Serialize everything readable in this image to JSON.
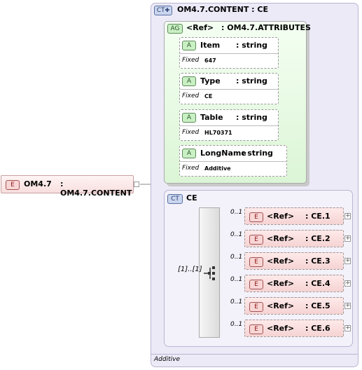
{
  "root_element": {
    "tag": "E",
    "name": "OM4.7",
    "type": ": OM4.7.CONTENT"
  },
  "complex_type": {
    "tag": "CT",
    "title": "OM4.7.CONTENT : CE",
    "footer": "Additive"
  },
  "attribute_group": {
    "tag": "AG",
    "ref": "<Ref>",
    "name": ": OM4.7.ATTRIBUTES"
  },
  "attributes": [
    {
      "tag": "A",
      "name": "Item",
      "type": ": string",
      "fixed_label": "Fixed",
      "fixed_value": "647"
    },
    {
      "tag": "A",
      "name": "Type",
      "type": ": string",
      "fixed_label": "Fixed",
      "fixed_value": "CE"
    },
    {
      "tag": "A",
      "name": "Table",
      "type": ": string",
      "fixed_label": "Fixed",
      "fixed_value": "HL70371"
    },
    {
      "tag": "A",
      "name": "LongName",
      "type": ": string",
      "fixed_label": "Fixed",
      "fixed_value": "Additive"
    }
  ],
  "ce_box": {
    "tag": "CT",
    "name": "CE"
  },
  "sequence_cardinality": "[1]..[1]",
  "children": [
    {
      "tag": "E",
      "ref": "<Ref>",
      "name": ": CE.1",
      "cardinality": "0..1"
    },
    {
      "tag": "E",
      "ref": "<Ref>",
      "name": ": CE.2",
      "cardinality": "0..1"
    },
    {
      "tag": "E",
      "ref": "<Ref>",
      "name": ": CE.3",
      "cardinality": "0..1"
    },
    {
      "tag": "E",
      "ref": "<Ref>",
      "name": ": CE.4",
      "cardinality": "0..1"
    },
    {
      "tag": "E",
      "ref": "<Ref>",
      "name": ": CE.5",
      "cardinality": "0..1"
    },
    {
      "tag": "E",
      "ref": "<Ref>",
      "name": ": CE.6",
      "cardinality": "0..1"
    }
  ]
}
